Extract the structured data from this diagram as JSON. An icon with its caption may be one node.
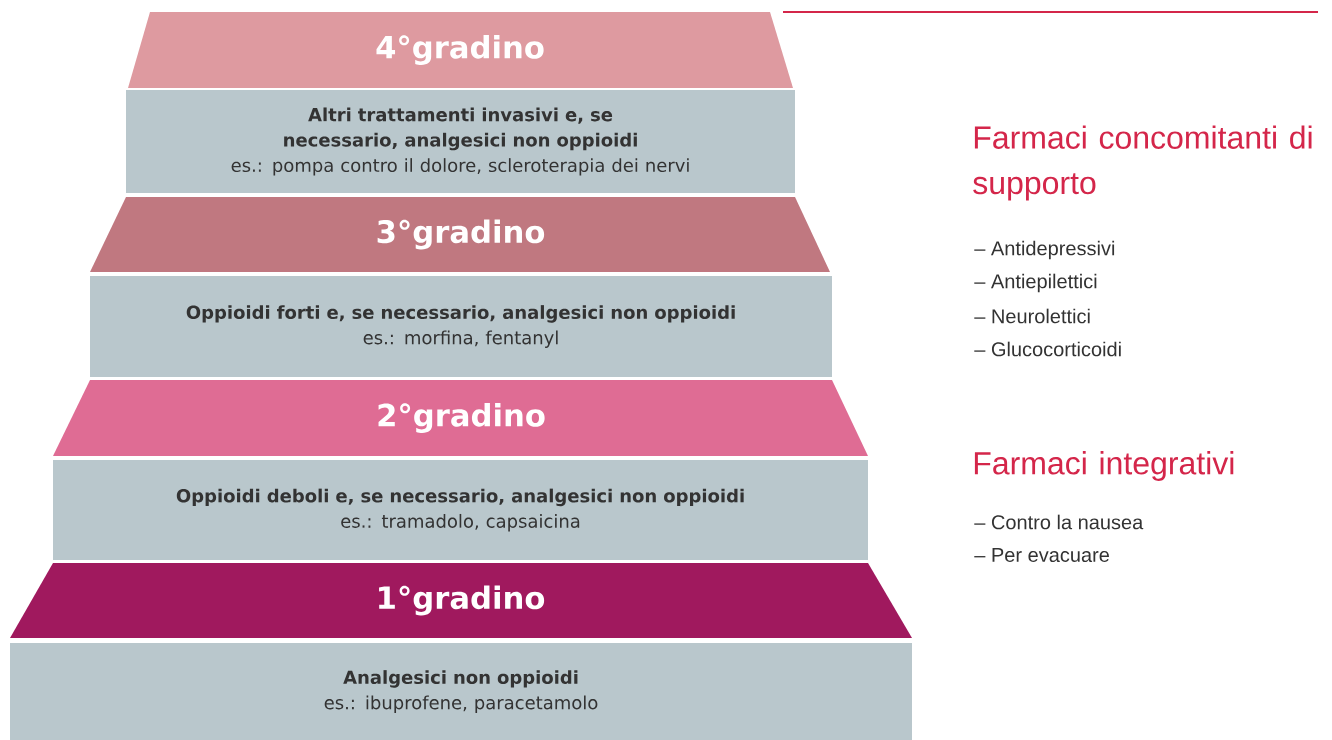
{
  "diagram": {
    "nodes": [
      {
        "text": [
          "4°gradino"
        ]
      },
      {
        "text": [
          "Altri trattamenti invasivi e, se necessario, analgesici non oppioidi",
          "es.: pompa contro il dolore, scleroterapia dei nervi"
        ]
      },
      {
        "text": [
          "3°gradino"
        ]
      },
      {
        "text": [
          "Oppioidi forti e, se necessario, analgesici non oppioidi",
          "es.: morfina, fentanyl"
        ]
      },
      {
        "text": [
          "2°gradino"
        ]
      },
      {
        "text": [
          "Oppioidi deboli e, se necessario, analgesici non oppioidi",
          "es.: tramadolo, capsaicina"
        ]
      },
      {
        "text": [
          "1°gradino"
        ]
      },
      {
        "text": [
          "Analgesici non oppioidi",
          "es.: ibuprofene, paracetamolo"
        ]
      }
    ],
    "labels": [
      "Farmaci concomitanti di supporto",
      "– Antidepressivi",
      "– Antiepilettici",
      "– Neurolettici",
      "– Glucocorticoidi",
      "Farmaci integrativi",
      "– Contro la nausea",
      "– Per evacuare"
    ]
  }
}
